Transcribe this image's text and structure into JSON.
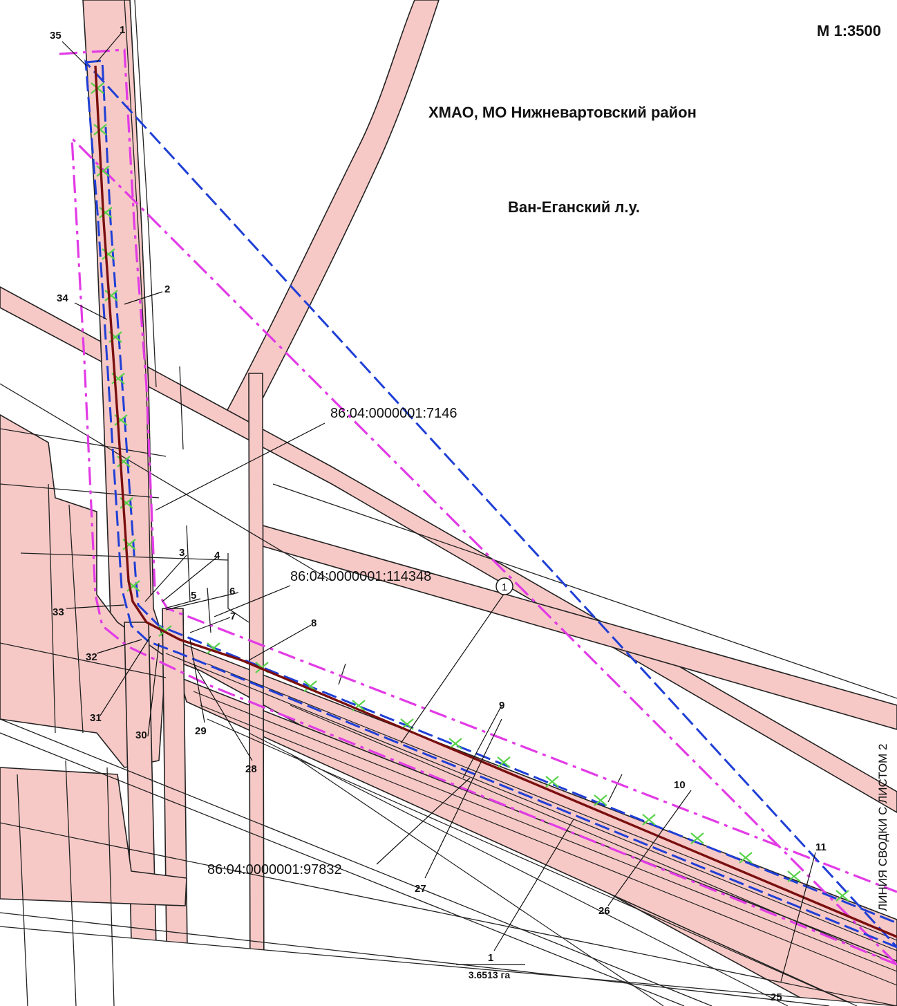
{
  "map": {
    "scale": "М 1:3500",
    "region": "ХМАО, МО Нижневартовский район",
    "forestry": "Ван-Еганский л.у.",
    "sheet_join": "ЛИНИЯ СВОДКИ С ЛИСТОМ 2",
    "parcels": [
      "86:04:0000001:7146",
      "86:04:0000001:114348",
      "86:04:0000001:97832"
    ],
    "area": {
      "number": "1",
      "value": "3.6513 га"
    },
    "marker": "1",
    "points": [
      "1",
      "2",
      "3",
      "4",
      "5",
      "6",
      "7",
      "8",
      "9",
      "10",
      "11",
      "25",
      "26",
      "27",
      "28",
      "29",
      "30",
      "31",
      "32",
      "33",
      "34",
      "35"
    ],
    "colors": {
      "background": "#ffffff",
      "corridor_fill": "#f6c9c6",
      "corridor_outline": "#222222",
      "pipeline": "#7a0f0f",
      "boundary_dash": "#1f3fd6",
      "zone_dashdot": "#e23be6",
      "hatch": "#58d24a"
    }
  }
}
